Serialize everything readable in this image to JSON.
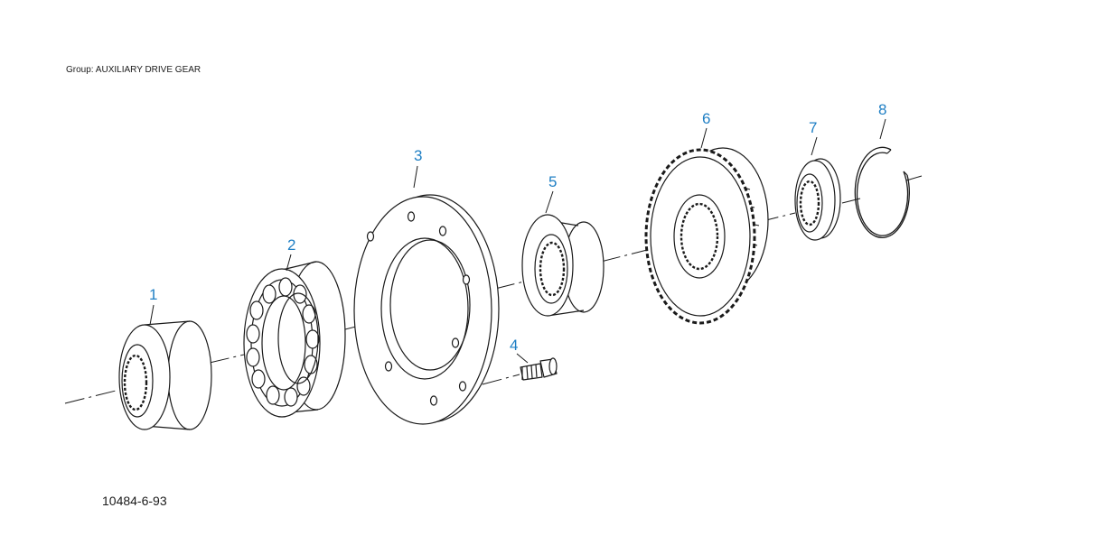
{
  "header": {
    "group_label": "Group: AUXILIARY DRIVE GEAR"
  },
  "footer": {
    "figure_id": "10484-6-93"
  },
  "colors": {
    "callout": "#1f7fc4",
    "line": "#1a1a1a"
  },
  "callouts": [
    {
      "part": "1",
      "label": "1"
    },
    {
      "part": "2",
      "label": "2"
    },
    {
      "part": "3",
      "label": "3"
    },
    {
      "part": "4",
      "label": "4"
    },
    {
      "part": "5",
      "label": "5"
    },
    {
      "part": "6",
      "label": "6"
    },
    {
      "part": "7",
      "label": "7"
    },
    {
      "part": "8",
      "label": "8"
    }
  ]
}
